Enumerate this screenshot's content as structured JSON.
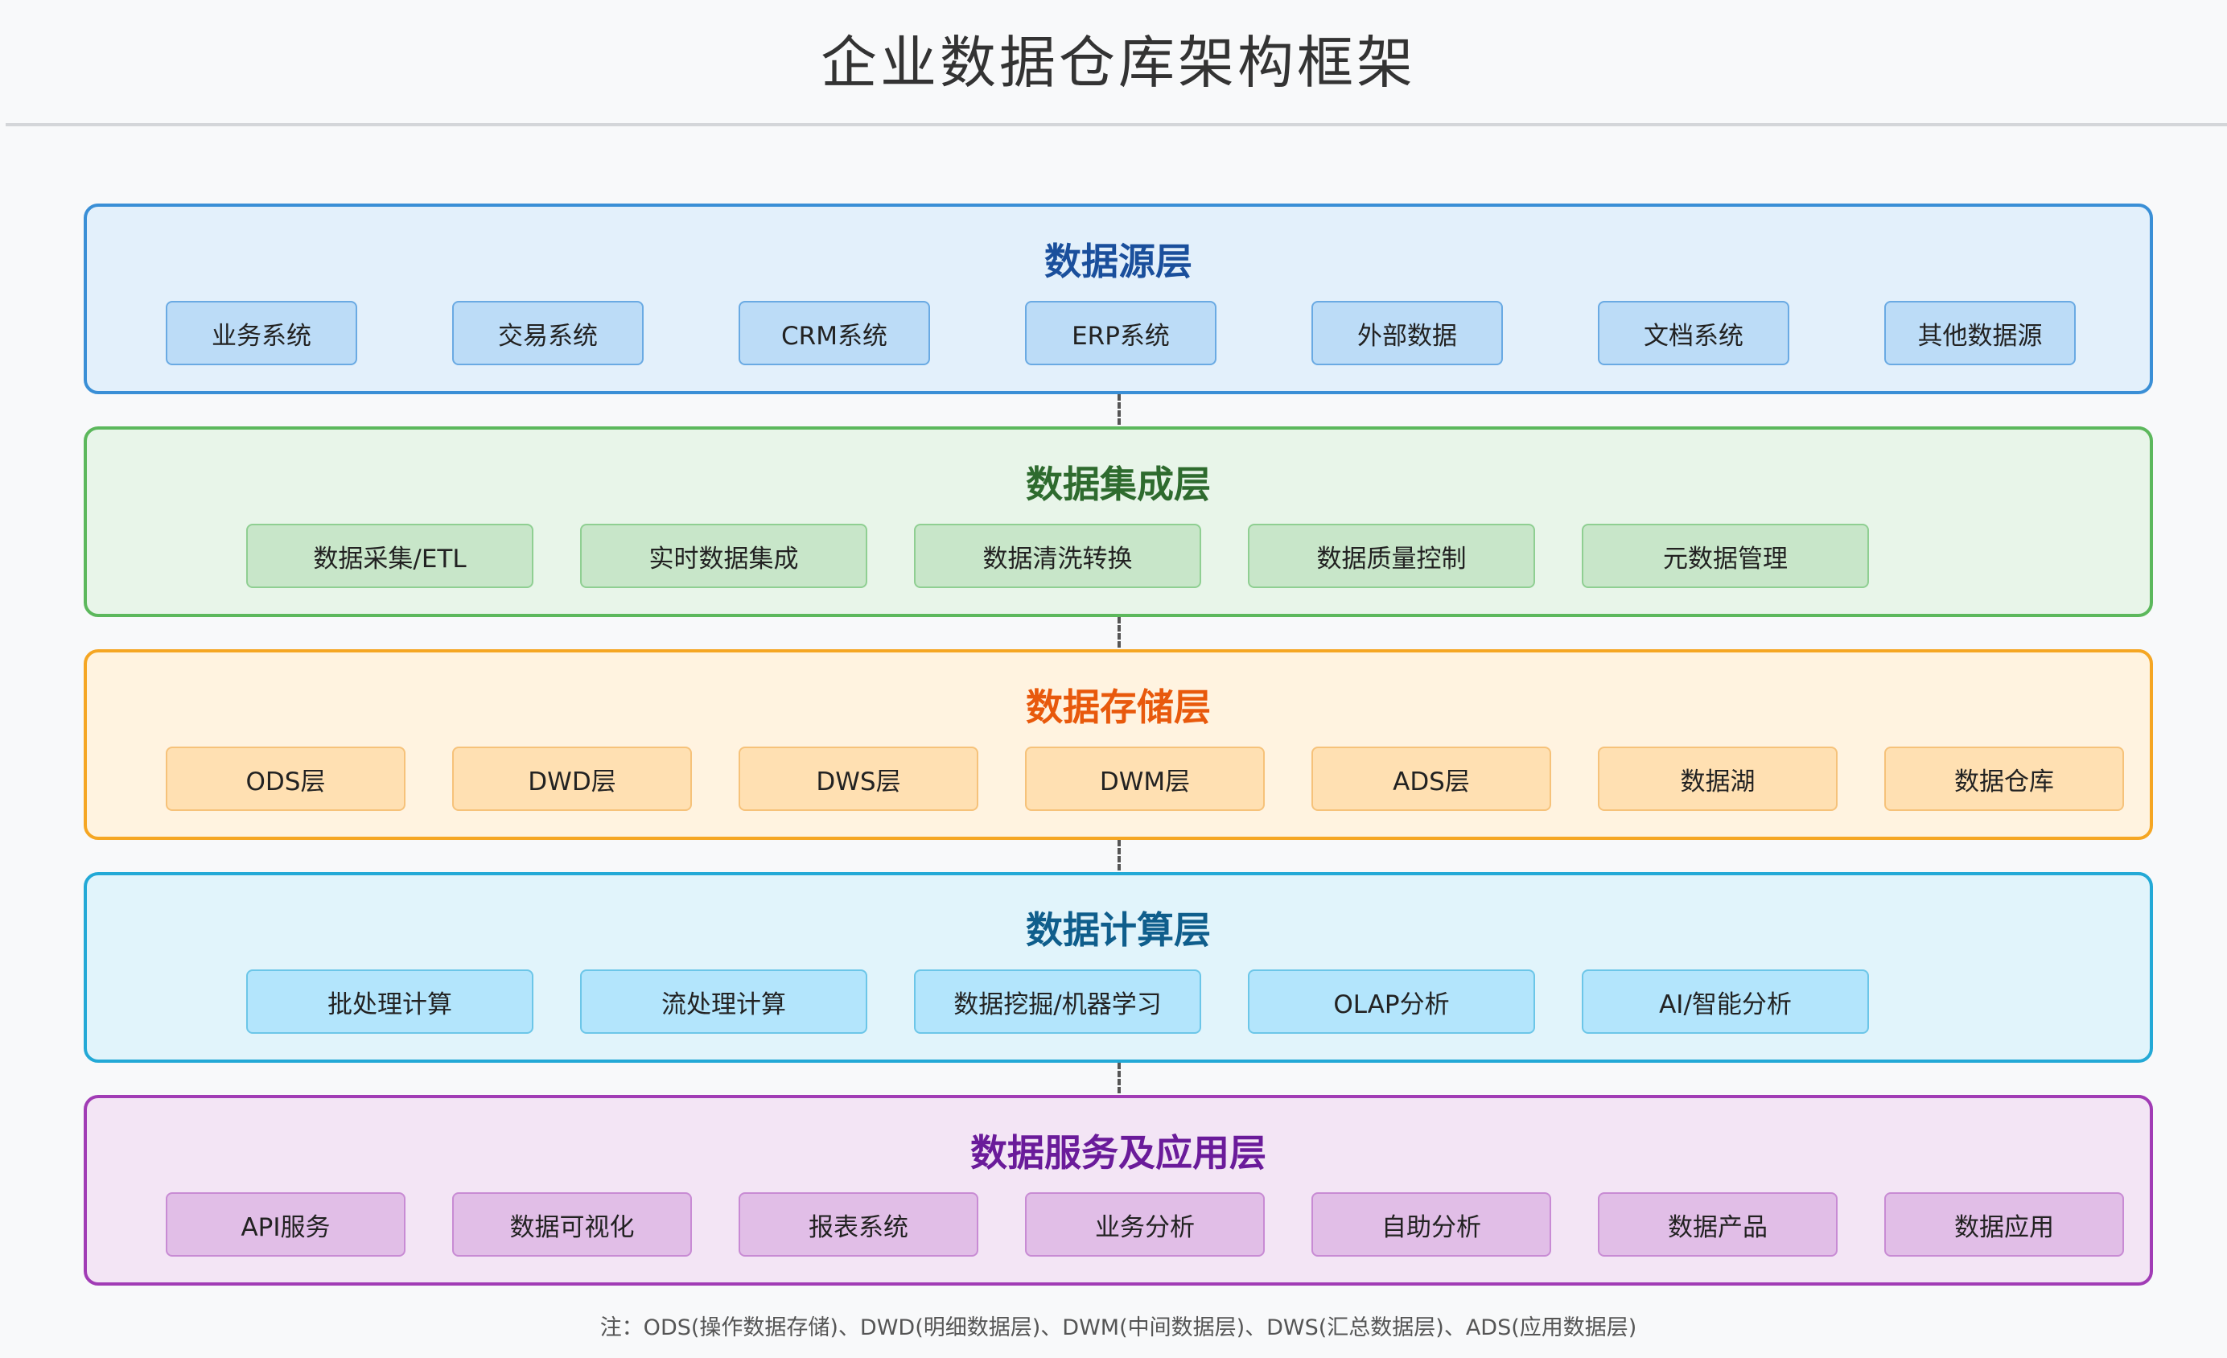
{
  "title": "企业数据仓库架构框架",
  "layers": [
    {
      "title": "数据源层",
      "title_color": "#1a4f9c",
      "border": "#3a8fd6",
      "bg": "#e3f0fb",
      "item_bg": "#bcdcf7",
      "item_border": "#6aaae3",
      "items": [
        "业务系统",
        "交易系统",
        "CRM系统",
        "ERP系统",
        "外部数据",
        "文档系统",
        "其他数据源"
      ]
    },
    {
      "title": "数据集成层",
      "title_color": "#2e6b2e",
      "border": "#5cb85c",
      "bg": "#e8f5e9",
      "item_bg": "#c8e6c9",
      "item_border": "#8fcf92",
      "items": [
        "数据采集/ETL",
        "实时数据集成",
        "数据清洗转换",
        "数据质量控制",
        "元数据管理"
      ]
    },
    {
      "title": "数据存储层",
      "title_color": "#e8590c",
      "border": "#f5a623",
      "bg": "#fff3e0",
      "item_bg": "#ffe0b2",
      "item_border": "#f6c27a",
      "items": [
        "ODS层",
        "DWD层",
        "DWS层",
        "DWM层",
        "ADS层",
        "数据湖",
        "数据仓库"
      ]
    },
    {
      "title": "数据计算层",
      "title_color": "#0f5e8c",
      "border": "#23a9d6",
      "bg": "#e1f4fb",
      "item_bg": "#b3e5fc",
      "item_border": "#6cc6e8",
      "items": [
        "批处理计算",
        "流处理计算",
        "数据挖掘/机器学习",
        "OLAP分析",
        "AI/智能分析"
      ]
    },
    {
      "title": "数据服务及应用层",
      "title_color": "#6a1b9a",
      "border": "#a13cb5",
      "bg": "#f3e5f5",
      "item_bg": "#e1bee7",
      "item_border": "#c88bd4",
      "items": [
        "API服务",
        "数据可视化",
        "报表系统",
        "业务分析",
        "自助分析",
        "数据产品",
        "数据应用"
      ]
    }
  ],
  "note": "注：ODS(操作数据存储)、DWD(明细数据层)、DWM(中间数据层)、DWS(汇总数据层)、ADS(应用数据层)"
}
